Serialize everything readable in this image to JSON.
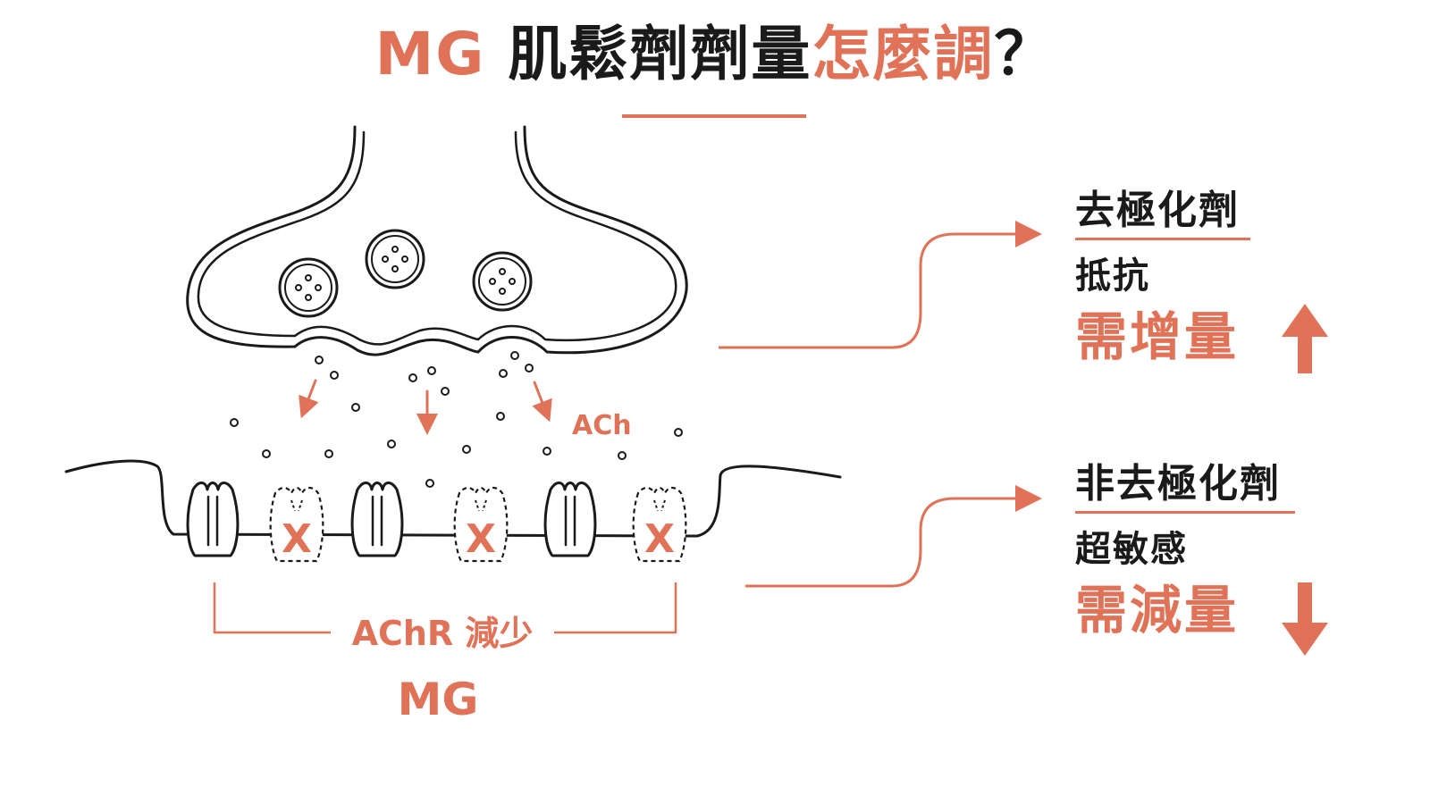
{
  "title": {
    "part1": "MG ",
    "part2": "肌鬆劑劑量",
    "part3": "怎麼調",
    "part4": "？"
  },
  "diagram": {
    "neurotransmitter_label": "ACh",
    "receptor_label": "AChR 減少",
    "disease_label": "MG",
    "receptor_states": [
      "normal",
      "missing",
      "normal",
      "missing",
      "normal",
      "missing"
    ],
    "missing_mark": "X"
  },
  "depolarizing": {
    "title": "去極化劑",
    "effect": "抵抗",
    "dose": "需增量",
    "direction": "up"
  },
  "non_depolarizing": {
    "title": "非去極化劑",
    "effect": "超敏感",
    "dose": "需減量",
    "direction": "down"
  },
  "colors": {
    "accent": "#e07258",
    "ink": "#1a1a1a"
  }
}
